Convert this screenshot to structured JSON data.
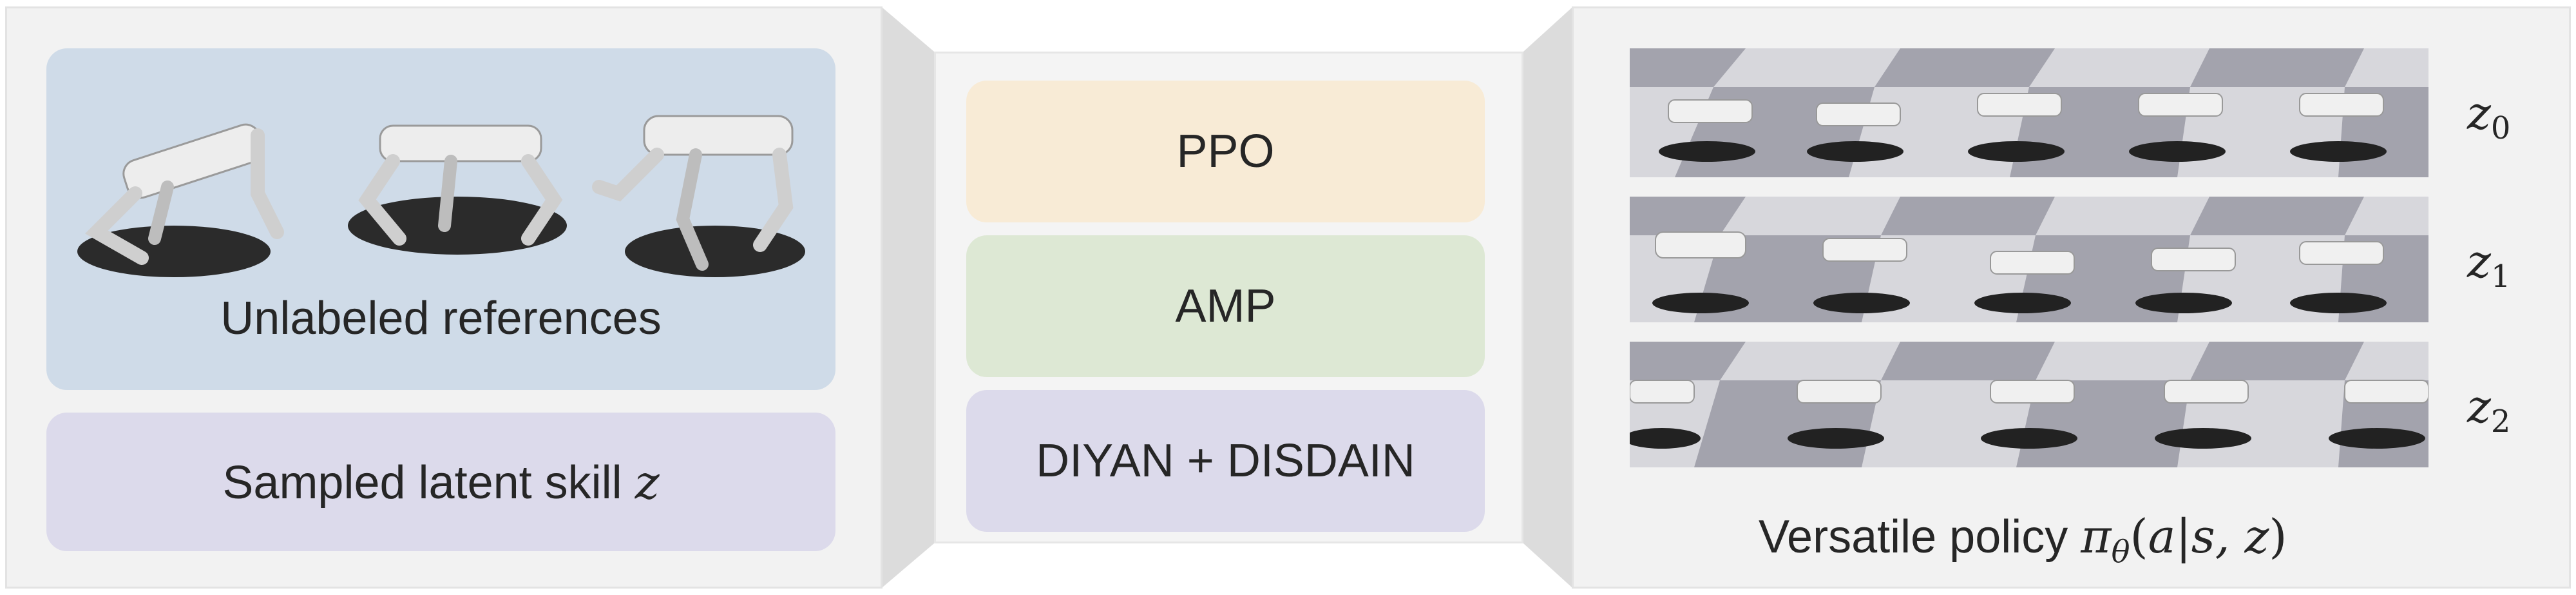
{
  "left_panel": {
    "references_label": "Unlabeled references",
    "skill_label_prefix": "Sampled latent skill ",
    "skill_symbol": "z"
  },
  "middle_panel": {
    "ppo_label": "PPO",
    "amp_label": "AMP",
    "diyan_label": "DIYAN + DISDAIN"
  },
  "right_panel": {
    "skill_rows": [
      {
        "symbol": "z",
        "index": "0"
      },
      {
        "symbol": "z",
        "index": "1"
      },
      {
        "symbol": "z",
        "index": "2"
      }
    ],
    "policy_label_prefix": "Versatile policy ",
    "policy_symbol": "π",
    "policy_subscript": "θ",
    "policy_args_open": "(",
    "policy_args": "a|s, z",
    "policy_args_close": ")"
  },
  "colors": {
    "panel_bg": "#f2f2f2",
    "references_box": "#cfdbe8",
    "skill_box": "#dcdaeb",
    "ppo_box": "#f8ebd6",
    "amp_box": "#dde8d4",
    "diyan_box": "#dcdaeb",
    "connector": "#dcdcdc",
    "checker_light": "#d7d7dc",
    "checker_dark": "#a3a3ad"
  }
}
